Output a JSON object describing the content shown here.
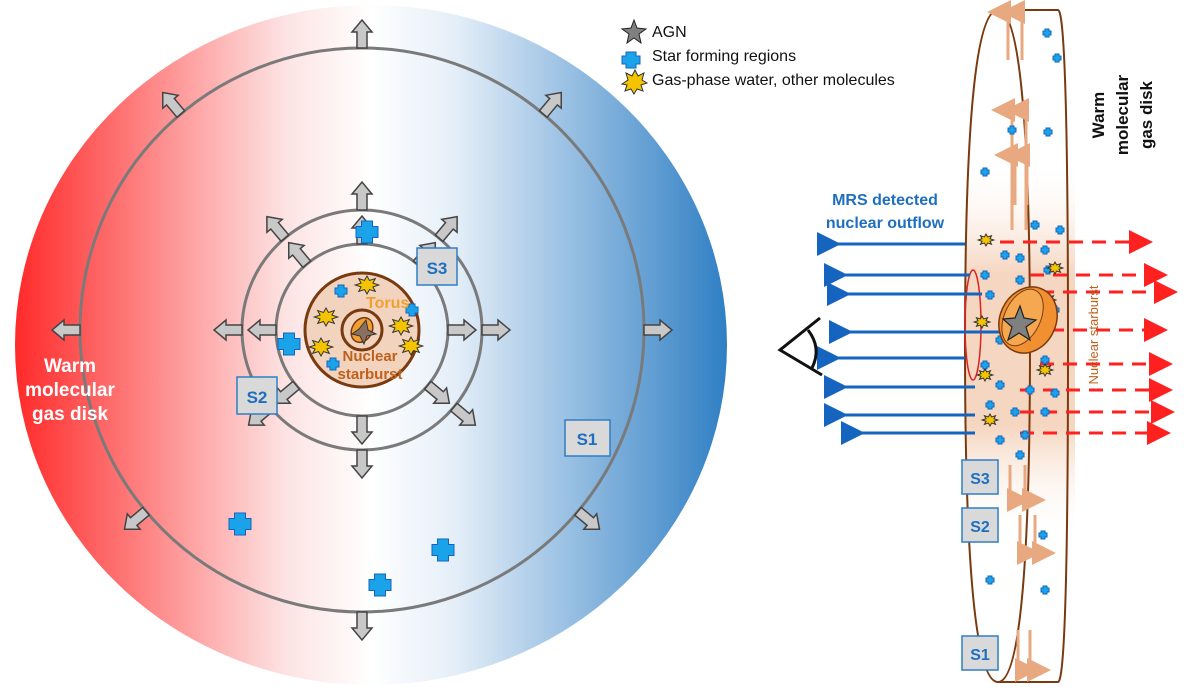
{
  "legend": {
    "agn": "AGN",
    "star_forming": "Star forming regions",
    "water": "Gas-phase water, other molecules"
  },
  "face_on": {
    "disk_label_lines": [
      "Warm",
      "molecular",
      "gas disk"
    ],
    "torus": "Torus",
    "starburst_lines": [
      "Nuclear",
      "starburst"
    ],
    "regions": {
      "s1": "S1",
      "s2": "S2",
      "s3": "S3"
    }
  },
  "edge_on": {
    "disk_label_lines": [
      "Warm",
      "molecular",
      "gas disk"
    ],
    "outflow_lines": [
      "MRS detected",
      "nuclear outflow"
    ],
    "starburst": "Nuclear starburst",
    "regions": {
      "s1": "S1",
      "s2": "S2",
      "s3": "S3"
    }
  },
  "colors": {
    "redshift": "#ff2a2a",
    "blueshift": "#2f7fc4",
    "outflow_blue": "#1565c0",
    "region_text": "#1f6fc0",
    "starburst": "#c0601c",
    "torus": "#f0a030",
    "ring": "#7a7a7a"
  }
}
